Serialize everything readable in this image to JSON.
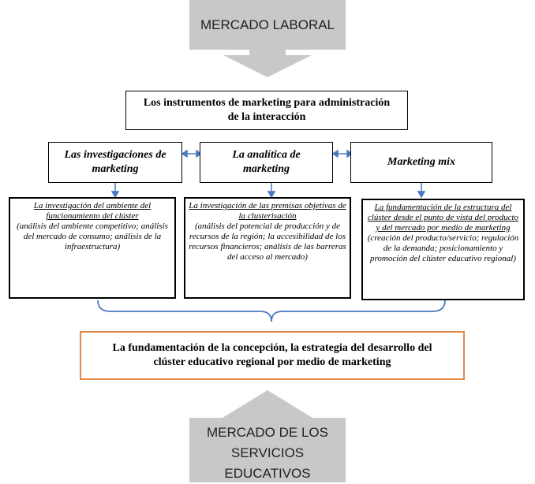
{
  "top": {
    "label": "MERCADO LABORAL"
  },
  "instruments": {
    "line1": "Los instrumentos de marketing para administración",
    "line2": "de la interacción"
  },
  "columns": [
    {
      "title_line1": "Las investigaciones de",
      "title_line2": "marketing",
      "detail_underlined": "La investigación del ambiente del funcionamiento del clúster",
      "detail_rest": "(análisis del ambiente competitivo; análisis del mercado de consumo; análisis de la infraestructura)"
    },
    {
      "title_line1": "La analítica de",
      "title_line2": "marketing",
      "detail_underlined": "La investigación de las premisas objetivas de la clusterisación",
      "detail_rest": "(análisis del potencial de producción y de recursos de la región; la accesibilidad de los recursos financieros; análisis de las barreras del acceso al mercado)"
    },
    {
      "title_line1": "Marketing mix",
      "title_line2": "",
      "detail_underlined": "La fundamentación de la estructura del clúster desde el punto de vista del producto y del mercado por medio de marketing",
      "detail_rest": "(creación del producto/servicio; regulación de la demanda; posicionamiento y promoción del clúster educativo regional)"
    }
  ],
  "result": {
    "line1": "La fundamentación de la concepción, la estrategia del desarrollo del",
    "line2": "clúster educativo regional por medio de marketing"
  },
  "bottom": {
    "line1": "MERCADO DE LOS",
    "line2": "SERVICIOS EDUCATIVOS"
  },
  "colors": {
    "arrow_grey": "#c8c8c8",
    "connector_blue": "#4a78c2",
    "result_border": "#e0894a"
  }
}
